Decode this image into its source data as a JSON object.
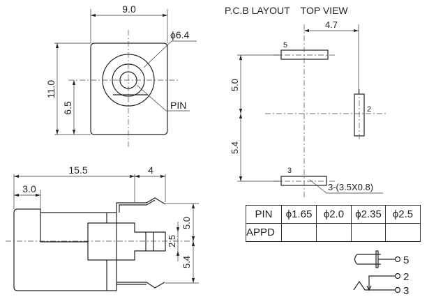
{
  "front_view": {
    "width_dim": "9.0",
    "height_dim": "11.0",
    "center_dim": "6.5",
    "diameter_label": "ϕ6.4",
    "pin_label": "PIN"
  },
  "side_view": {
    "length_dim": "15.5",
    "flange_dim": "3.0",
    "pin_len_dim": "4",
    "top_dim": "5.0",
    "pin_dim": "2.5",
    "bottom_dim": "5.4"
  },
  "pcb": {
    "title": "P.C.B LAYOUT    TOP VIEW",
    "h_dim": "4.7",
    "upper_dim": "5.0",
    "lower_dim": "5.4",
    "pad5": "5",
    "pad2": "2",
    "pad3": "3",
    "pad_note": "3-(3.5X0.8)"
  },
  "table": {
    "headers": [
      "PIN",
      "ϕ1.65",
      "ϕ2.0",
      "ϕ2.35",
      "ϕ2.5"
    ],
    "row_label": "APPD"
  },
  "schematic": {
    "pin5": "5",
    "pin2": "2",
    "pin3": "3"
  }
}
